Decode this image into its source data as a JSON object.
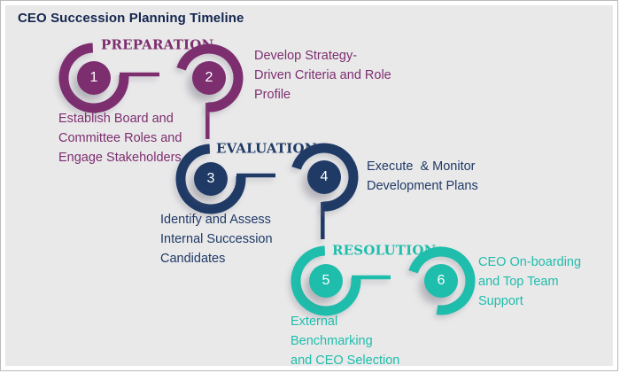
{
  "title": "CEO Succession Planning Timeline",
  "colors": {
    "background": "#e9e9ea",
    "frame_border": "#b9b9bc",
    "title_navy": "#14264f",
    "preparation_purple": "#7d2e6f",
    "evaluation_navy": "#203a66",
    "resolution_teal": "#1fbdab",
    "number_text": "#ffffff"
  },
  "phases": [
    {
      "label": "PREPARATION",
      "color": "#7d2e6f",
      "steps": [
        {
          "number": "1",
          "description": "Establish Board and\nCommittee Roles and\nEngage Stakeholders"
        },
        {
          "number": "2",
          "description": "Develop Strategy-\nDriven Criteria and Role\nProfile"
        }
      ]
    },
    {
      "label": "EVALUATION",
      "color": "#203a66",
      "steps": [
        {
          "number": "3",
          "description": "Identify and Assess\nInternal Succession\nCandidates"
        },
        {
          "number": "4",
          "description": "Execute  & Monitor\nDevelopment Plans"
        }
      ]
    },
    {
      "label": "RESOLUTION",
      "color": "#1fbdab",
      "steps": [
        {
          "number": "5",
          "description": "External\nBenchmarking\nand CEO Selection"
        },
        {
          "number": "6",
          "description": "CEO On-boarding\nand Top Team\nSupport"
        }
      ]
    }
  ]
}
